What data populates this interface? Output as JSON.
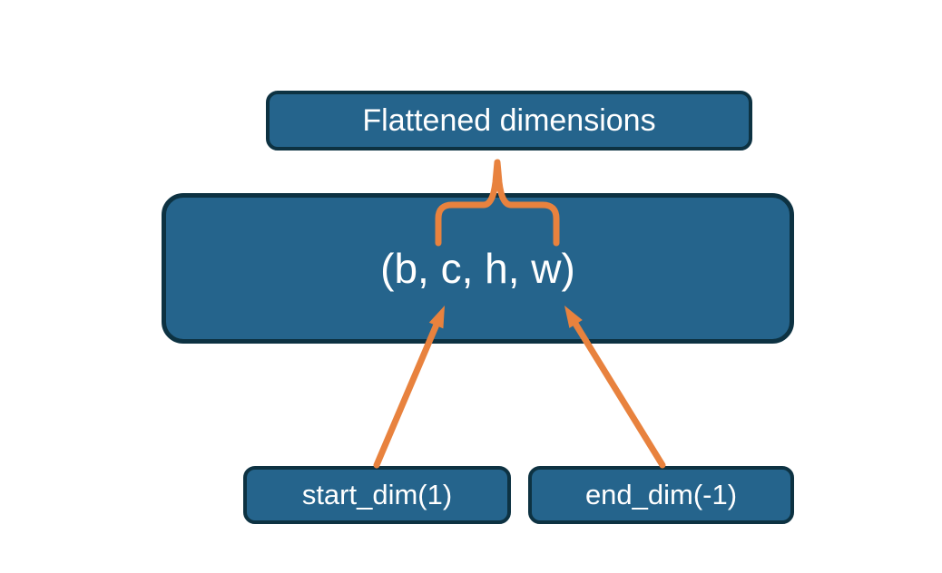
{
  "diagram": {
    "title": "flatten dimensions diagram",
    "flattened_label": "Flattened dimensions",
    "tensor_shape": "(b, c, h, w)",
    "start_dim_label": "start_dim(1)",
    "end_dim_label": "end_dim(-1)"
  },
  "colors": {
    "page_bg": "#FFFFFF",
    "node_fill": "#25648C",
    "node_border": "#0D3242",
    "node_text": "#FFFFFF",
    "connector": "#E8823E"
  }
}
